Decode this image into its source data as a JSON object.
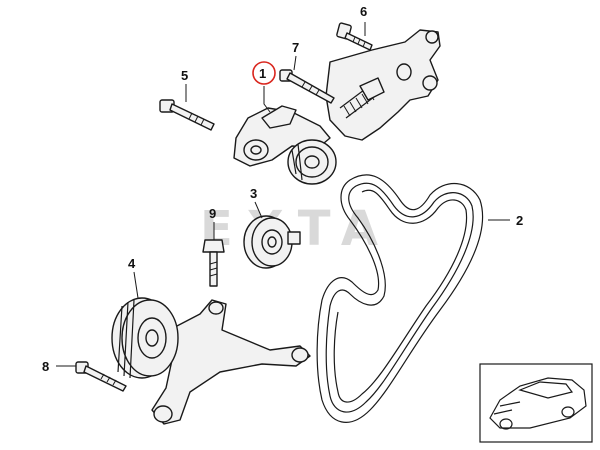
{
  "callouts": [
    {
      "id": "1",
      "label": "1",
      "highlighted": true
    },
    {
      "id": "2",
      "label": "2"
    },
    {
      "id": "3",
      "label": "3"
    },
    {
      "id": "4",
      "label": "4"
    },
    {
      "id": "5",
      "label": "5"
    },
    {
      "id": "6",
      "label": "6"
    },
    {
      "id": "7",
      "label": "7"
    },
    {
      "id": "8",
      "label": "8"
    },
    {
      "id": "9",
      "label": "9"
    }
  ],
  "watermark": "EXTA",
  "colors": {
    "line": "#1a1a1a",
    "part_fill": "#f2f2f2",
    "highlight_circle": "#d9251d",
    "watermark": "#d9d9d9"
  },
  "icons": [
    "car-thumbnail-icon"
  ]
}
